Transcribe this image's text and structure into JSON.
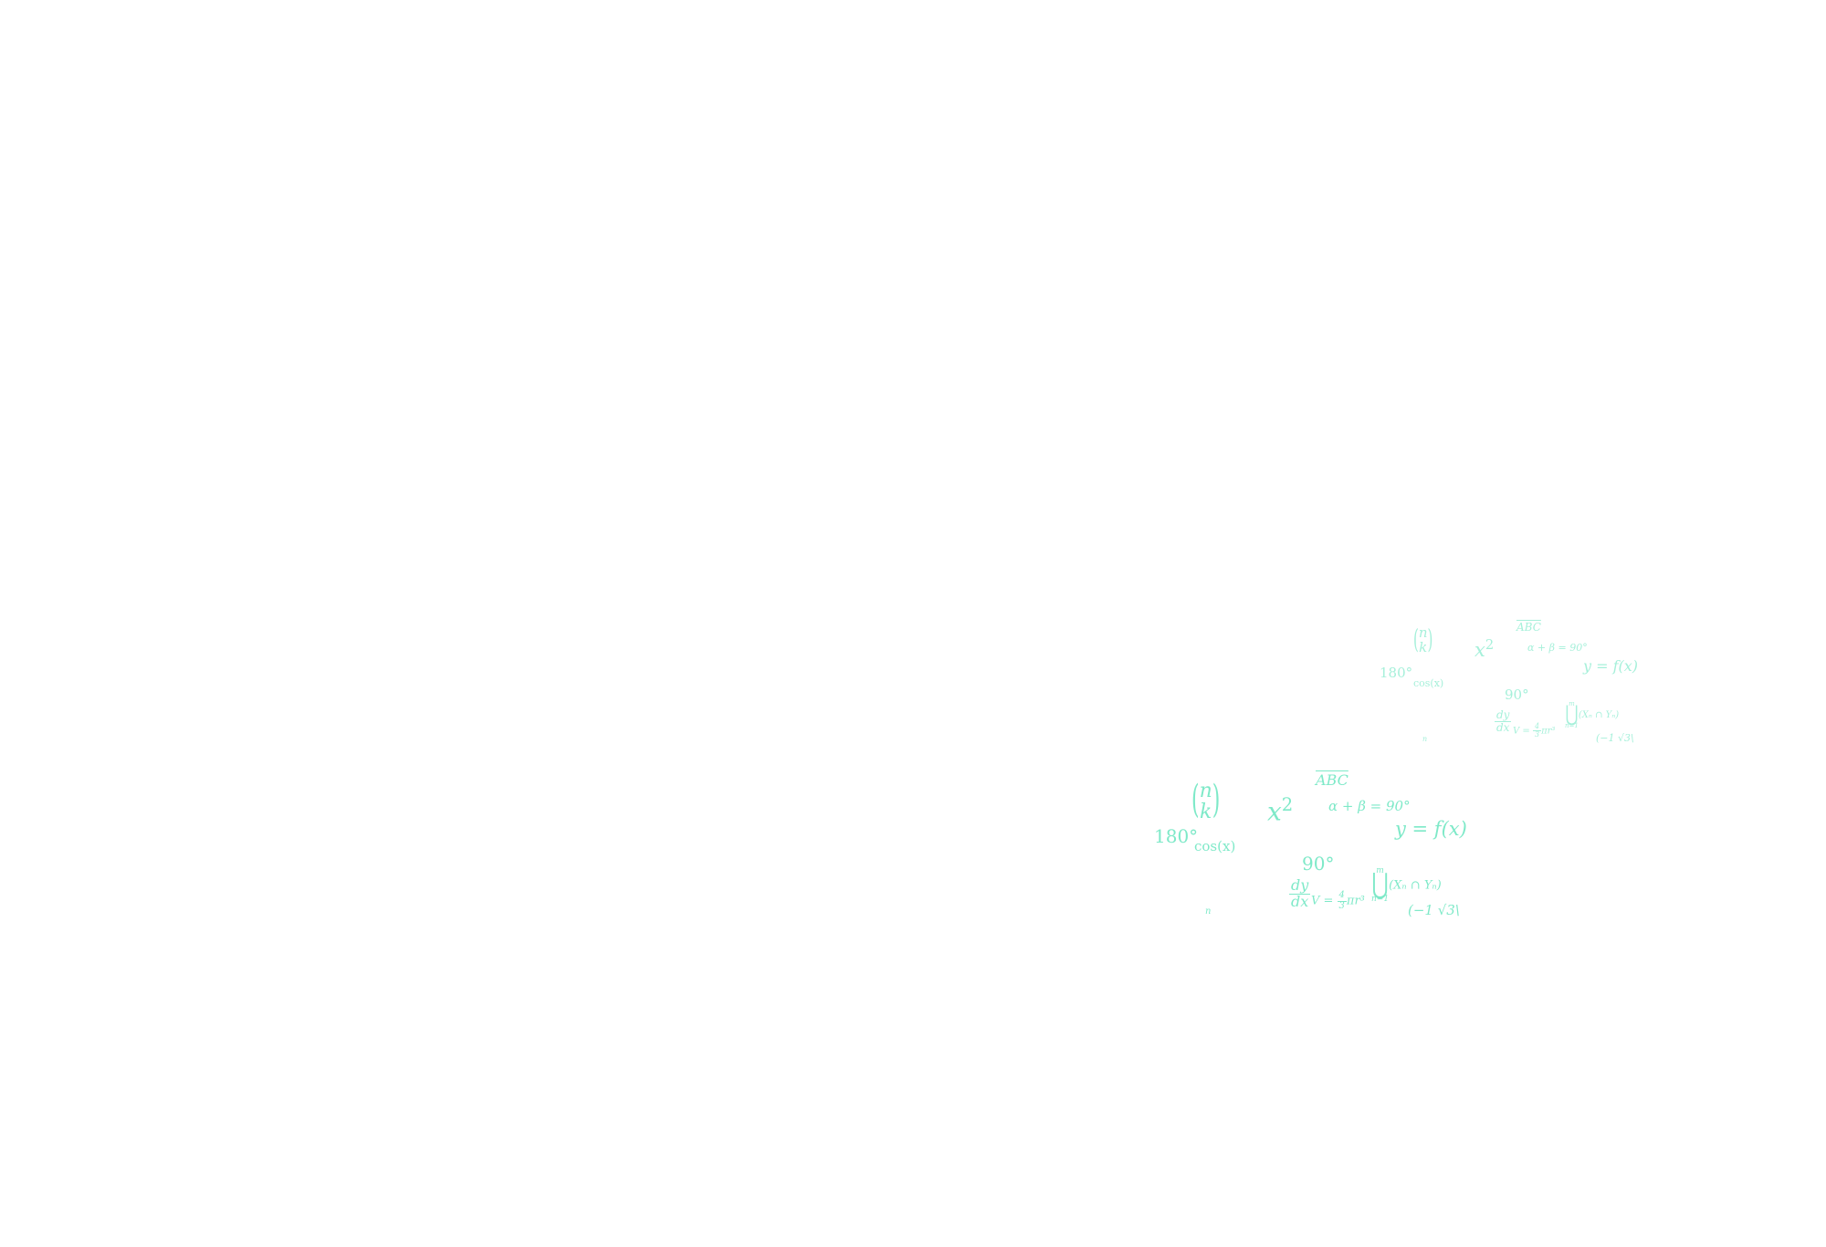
{
  "colors": {
    "formula_large": "#7ee9c8",
    "formula_small": "#a6f0da",
    "background": "#ffffff"
  },
  "formulas": {
    "binom_n": "n",
    "binom_k": "k",
    "x_sq_base": "x",
    "x_sq_exp": "2",
    "abc": "ABC",
    "alpha_beta": "α + β = 90°",
    "y_fx": "y = f(x)",
    "deg180": "180°",
    "cos": "cos(x)",
    "deg90": "90°",
    "dy": "dy",
    "dx": "dx",
    "vol": "V = ",
    "vol_num": "4",
    "vol_den": "3",
    "vol_tail": "πr³",
    "cup_top": "m",
    "cup_bot": "n=1",
    "cup_sym": "⋃",
    "cup_expr": "(Xₙ ∩ Yₙ)",
    "lone_n": "n",
    "matrix": "(−1  √3\\"
  }
}
